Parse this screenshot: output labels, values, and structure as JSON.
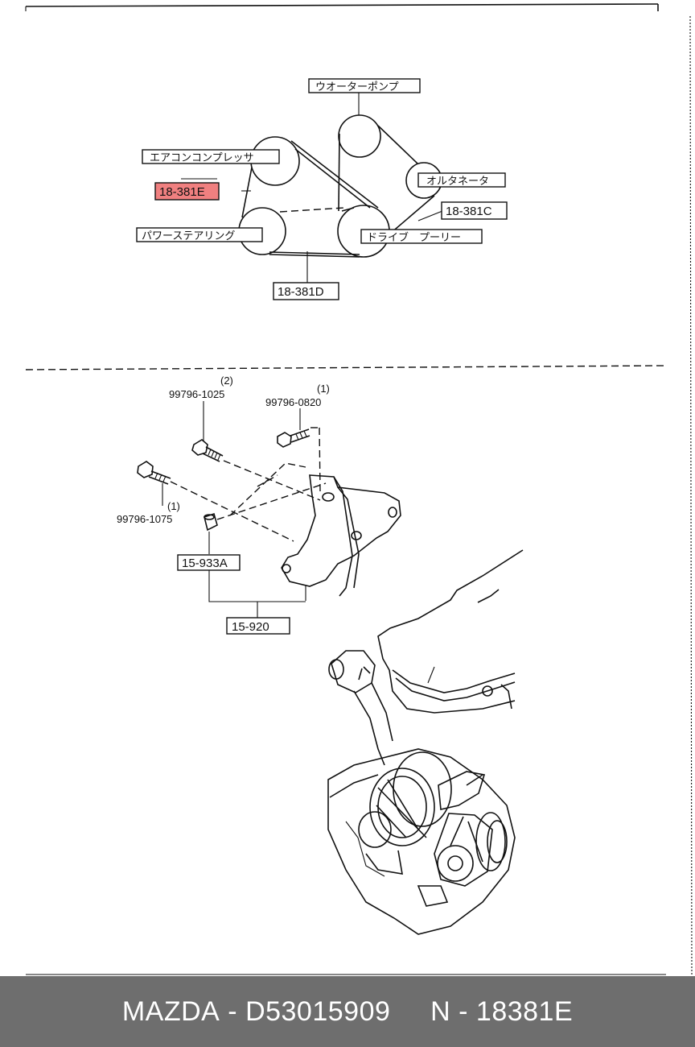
{
  "belt_diagram": {
    "labels": {
      "water_pump": "ウオーターポンプ",
      "ac_compressor": "エアコンコンプレッサ",
      "alternator": "オルタネータ",
      "power_steering": "パワーステアリング",
      "drive_pulley": "ドライブ　プーリー"
    },
    "parts": {
      "belt_e": "18-381E",
      "belt_c": "18-381C",
      "belt_d": "18-381D"
    },
    "highlight_color": "#f08080"
  },
  "bracket_diagram": {
    "bolt_1": {
      "part": "99796-1025",
      "qty": "(2)"
    },
    "bolt_2": {
      "part": "99796-0820",
      "qty": "(1)"
    },
    "bolt_3": {
      "part": "99796-1075",
      "qty": "(1)"
    },
    "bushing": "15-933A",
    "bracket": "15-920"
  },
  "footer": {
    "brand": "MAZDA",
    "separator": " - ",
    "part_number": "D53015909",
    "ref_prefix": "N",
    "ref_code": "18381E",
    "background": "#6e6e6e"
  }
}
